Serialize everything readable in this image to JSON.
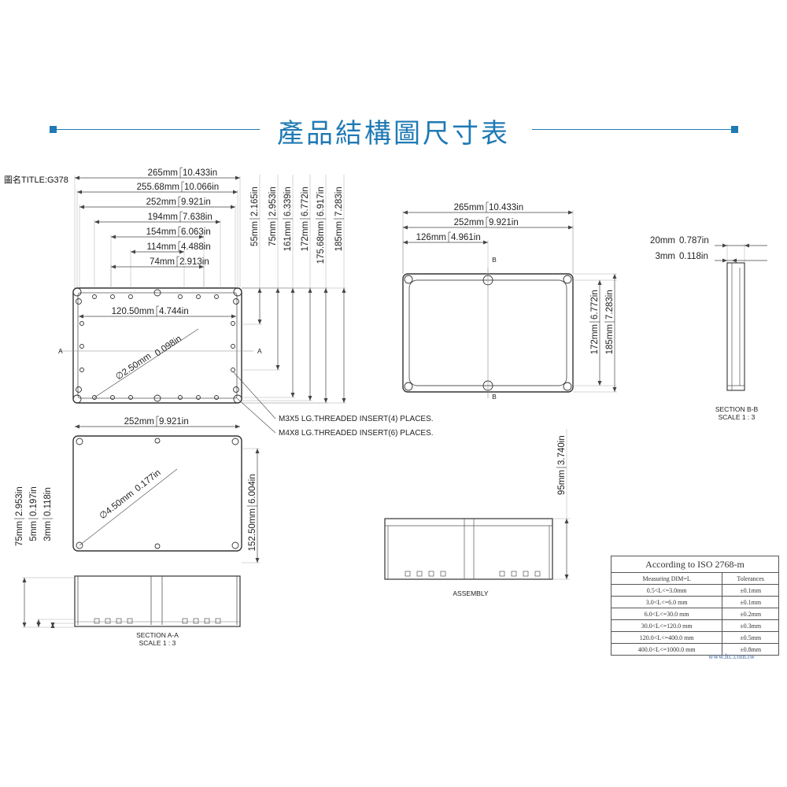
{
  "header": {
    "title": "產品結構圖尺寸表",
    "accent": "#1f7ab4"
  },
  "drawing_title": "圖名TITLE:G378",
  "top_view": {
    "width_dims": [
      {
        "mm": "265mm",
        "in": "10.433in"
      },
      {
        "mm": "255.68mm",
        "in": "10.066in"
      },
      {
        "mm": "252mm",
        "in": "9.921in"
      },
      {
        "mm": "194mm",
        "in": "7.638in"
      },
      {
        "mm": "154mm",
        "in": "6.063in"
      },
      {
        "mm": "114mm",
        "in": "4.488in"
      },
      {
        "mm": "74mm",
        "in": "2.913in"
      }
    ],
    "height_dims": [
      {
        "mm": "55mm",
        "in": "2.165in"
      },
      {
        "mm": "75mm",
        "in": "2.953in"
      },
      {
        "mm": "161mm",
        "in": "6.339in"
      },
      {
        "mm": "172mm",
        "in": "6.772in"
      },
      {
        "mm": "175.68mm",
        "in": "6.917in"
      },
      {
        "mm": "185mm",
        "in": "7.283in"
      }
    ],
    "inner_dim": {
      "mm": "120.50mm",
      "in": "4.744in"
    },
    "hole_dia": {
      "mm": "∅2.50mm",
      "in": "0.098in"
    },
    "section_marks": [
      "A",
      "A"
    ],
    "notes": [
      "M3X5 LG.THREADED INSERT(4) PLACES.",
      "M4X8 LG.THREADED INSERT(6) PLACES."
    ]
  },
  "bottom_view": {
    "width_dim": {
      "mm": "252mm",
      "in": "9.921in"
    },
    "height_dim": {
      "mm": "152.50mm",
      "in": "6.004in"
    },
    "hole_dia": {
      "mm": "∅4.50mm",
      "in": "0.177in"
    }
  },
  "section_aa": {
    "dims": [
      {
        "mm": "75mm",
        "in": "2.953in"
      },
      {
        "mm": "5mm",
        "in": "0.197in"
      },
      {
        "mm": "3mm",
        "in": "0.118in"
      }
    ],
    "label": "SECTION A-A",
    "scale": "SCALE 1 : 3"
  },
  "lid_view": {
    "width_dims": [
      {
        "mm": "265mm",
        "in": "10.433in"
      },
      {
        "mm": "252mm",
        "in": "9.921in"
      },
      {
        "mm": "126mm",
        "in": "4.961in"
      }
    ],
    "height_dims": [
      {
        "mm": "172mm",
        "in": "6.772in"
      },
      {
        "mm": "185mm",
        "in": "7.283in"
      }
    ],
    "section_marks": [
      "B",
      "B"
    ]
  },
  "section_bb": {
    "dims": [
      {
        "mm": "20mm",
        "in": "0.787in"
      },
      {
        "mm": "3mm",
        "in": "0.118in"
      }
    ],
    "label": "SECTION B-B",
    "scale": "SCALE 1 : 3"
  },
  "assembly": {
    "label": "ASSEMBLY",
    "height_dim": {
      "mm": "95mm",
      "in": "3.740in"
    }
  },
  "tolerance_table": {
    "title": "According to ISO 2768-m",
    "headers": [
      "Measuring DIM=L",
      "Tolerances"
    ],
    "rows": [
      [
        "0.5<L<=3.0mm",
        "±0.1mm"
      ],
      [
        "3.0<L<=6.0 mm",
        "±0.1mm"
      ],
      [
        "6.0<L<=30.0 mm",
        "±0.2mm"
      ],
      [
        "30.0<L<=120.0 mm",
        "±0.3mm"
      ],
      [
        "120.0<L<=400.0 mm",
        "±0.5mm"
      ],
      [
        "400.0<L<=1000.0 mm",
        "±0.8mm"
      ]
    ]
  },
  "website": "www.ltc.com.tw"
}
